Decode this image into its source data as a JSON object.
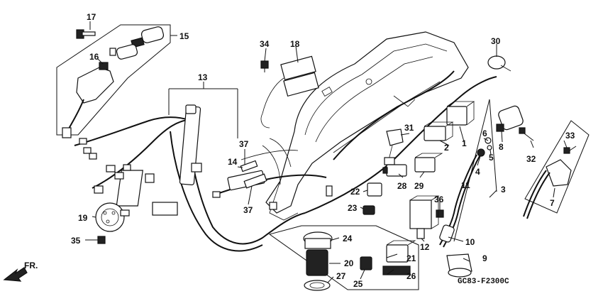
{
  "diagram": {
    "catalog_code": "GC83-F2300C",
    "direction_label": "FR.",
    "callouts": [
      {
        "id": "p1",
        "text": "1"
      },
      {
        "id": "p2",
        "text": "2"
      },
      {
        "id": "p3",
        "text": "3"
      },
      {
        "id": "p4",
        "text": "4"
      },
      {
        "id": "p5",
        "text": "5"
      },
      {
        "id": "p6",
        "text": "6"
      },
      {
        "id": "p7",
        "text": "7"
      },
      {
        "id": "p8",
        "text": "8"
      },
      {
        "id": "p9",
        "text": "9"
      },
      {
        "id": "p10",
        "text": "10"
      },
      {
        "id": "p11",
        "text": "11"
      },
      {
        "id": "p12",
        "text": "12"
      },
      {
        "id": "p13",
        "text": "13"
      },
      {
        "id": "p14",
        "text": "14"
      },
      {
        "id": "p15",
        "text": "15"
      },
      {
        "id": "p16",
        "text": "16"
      },
      {
        "id": "p17",
        "text": "17"
      },
      {
        "id": "p18",
        "text": "18"
      },
      {
        "id": "p19",
        "text": "19"
      },
      {
        "id": "p20",
        "text": "20"
      },
      {
        "id": "p21",
        "text": "21"
      },
      {
        "id": "p22",
        "text": "22"
      },
      {
        "id": "p23",
        "text": "23"
      },
      {
        "id": "p24",
        "text": "24"
      },
      {
        "id": "p25",
        "text": "25"
      },
      {
        "id": "p26",
        "text": "26"
      },
      {
        "id": "p27",
        "text": "27"
      },
      {
        "id": "p28",
        "text": "28"
      },
      {
        "id": "p29",
        "text": "29"
      },
      {
        "id": "p30",
        "text": "30"
      },
      {
        "id": "p31",
        "text": "31"
      },
      {
        "id": "p32",
        "text": "32"
      },
      {
        "id": "p33",
        "text": "33"
      },
      {
        "id": "p34",
        "text": "34"
      },
      {
        "id": "p35",
        "text": "35"
      },
      {
        "id": "p36",
        "text": "36"
      },
      {
        "id": "p37a",
        "text": "37"
      },
      {
        "id": "p37b",
        "text": "37"
      }
    ]
  }
}
